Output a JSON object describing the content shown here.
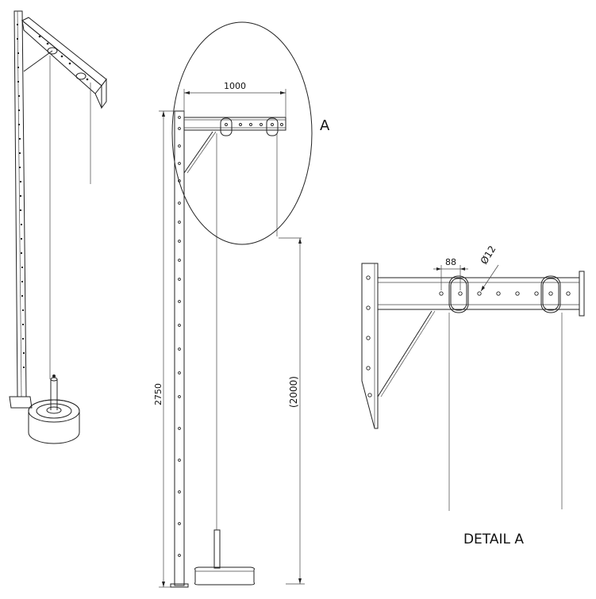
{
  "dimensions": {
    "arm_length": "1000",
    "total_height": "2750",
    "cable_height": "(2000)",
    "hole_spacing": "88",
    "hole_diameter": "Ø12"
  },
  "labels": {
    "detail_callout": "A",
    "detail_title": "DETAIL A"
  }
}
